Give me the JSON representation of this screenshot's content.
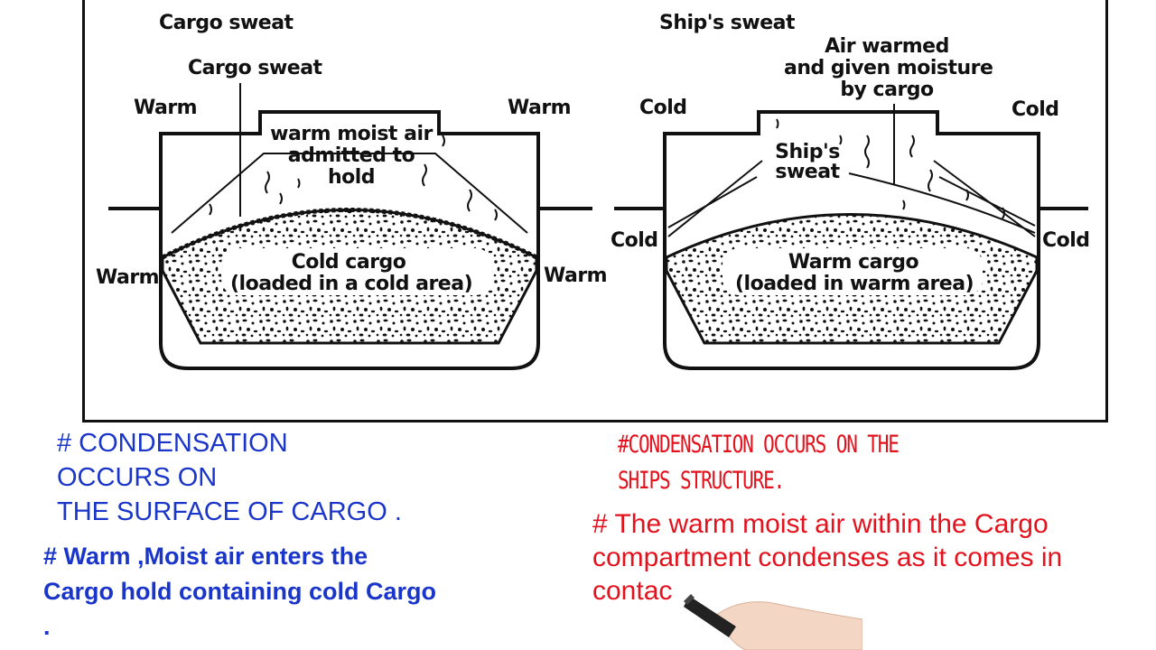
{
  "diagram": {
    "left": {
      "title": "Cargo sweat",
      "pointer_label": "Cargo sweat",
      "warm_top_left": "Warm",
      "warm_top_right": "Warm",
      "warm_mid_left": "Warm",
      "warm_mid_right": "Warm",
      "air_line1": "warm moist air",
      "air_line2": "admitted to",
      "air_line3": "hold",
      "cargo_line1": "Cold cargo",
      "cargo_line2": "(loaded in a cold area)"
    },
    "right": {
      "title": "Ship's sweat",
      "note_line1": "Air warmed",
      "note_line2": "and given moisture",
      "note_line3": "by cargo",
      "cold_top_left": "Cold",
      "cold_top_right": "Cold",
      "cold_mid_left": "Cold",
      "cold_mid_right": "Cold",
      "sweat_line1": "Ship's",
      "sweat_line2": "sweat",
      "cargo_line1": "Warm cargo",
      "cargo_line2": "(loaded in warm area)"
    }
  },
  "notes": {
    "left_heading": [
      "# CONDENSATION",
      "OCCURS ON",
      "THE SURFACE OF CARGO ."
    ],
    "left_body": [
      "# Warm ,Moist air enters the",
      "Cargo hold containing cold Cargo",
      "."
    ],
    "right_heading": [
      "#CONDENSATION OCCURS ON THE",
      "SHIPS STRUCTURE."
    ],
    "right_body": [
      "# The warm moist air within the Cargo",
      "compartment condenses as it comes in",
      "contac"
    ]
  },
  "colors": {
    "blue": "#1a35c9",
    "red": "#e3121d",
    "ink": "#111111"
  }
}
